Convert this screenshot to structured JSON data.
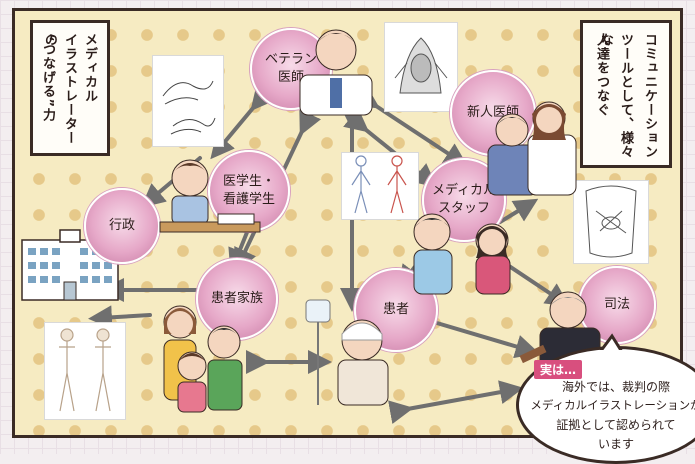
{
  "title_box": {
    "lines": [
      "メディカル",
      "イラストレーターの",
      "“つなげる”力"
    ]
  },
  "comm_box": {
    "lines": [
      "コミュニケーション",
      "ツールとして、様々な",
      "人達をつなぐ"
    ]
  },
  "nodes": {
    "veteran": {
      "lines": [
        "ベテラン",
        "医師"
      ]
    },
    "shinjin": {
      "label": "新人医師"
    },
    "igakusei": {
      "lines": [
        "医学生・",
        "看護学生"
      ]
    },
    "staff": {
      "lines": [
        "メディカル",
        "スタッフ"
      ]
    },
    "gyosei": {
      "label": "行政"
    },
    "kanja_kazoku": {
      "label": "患者家族"
    },
    "kanja": {
      "label": "患者"
    },
    "shiho": {
      "label": "司法"
    }
  },
  "bubble": {
    "tag": "実は…",
    "lines": [
      "海外では、裁判の際",
      "メディカルイラストレーションが",
      "証拠として認められて",
      "います"
    ]
  },
  "colors": {
    "panel": "#f6ebc2",
    "node": "#e6a8c8",
    "arrow": "#6f6f6f",
    "tag": "#d84f7e"
  }
}
